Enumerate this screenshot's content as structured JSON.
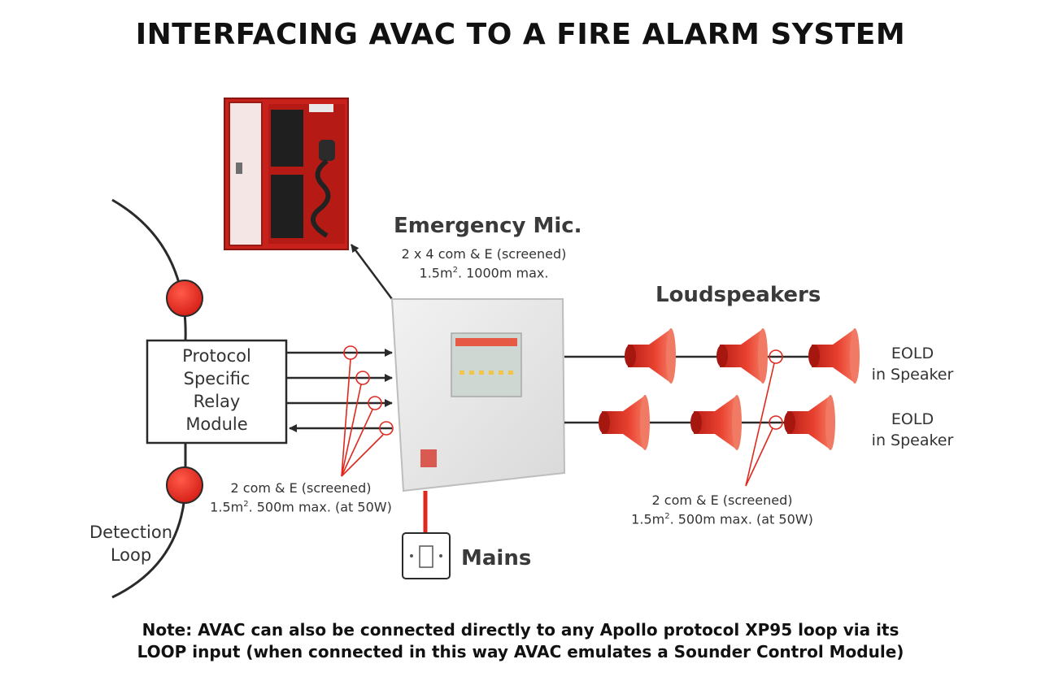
{
  "title": "INTERFACING AVAC TO A FIRE ALARM SYSTEM",
  "emergency_mic": {
    "label": "Emergency Mic.",
    "cable_line1": "2 x 4 com & E (screened)",
    "cable_line2_pre": "1.5m",
    "cable_line2_sup": "2",
    "cable_line2_post": ". 1000m max."
  },
  "loudspeakers_label": "Loudspeakers",
  "relay_module": {
    "line1": "Protocol",
    "line2": "Specific",
    "line3": "Relay",
    "line4": "Module"
  },
  "detection_loop": {
    "line1": "Detection",
    "line2": "Loop"
  },
  "relay_cable": {
    "line1": "2 com & E (screened)",
    "line2_pre": "1.5m",
    "line2_sup": "2",
    "line2_post": ". 500m max. (at 50W)"
  },
  "speaker_cable": {
    "line1": "2 com & E (screened)",
    "line2_pre": "1.5m",
    "line2_sup": "2",
    "line2_post": ". 500m max. (at 50W)"
  },
  "eold_top": {
    "line1": "EOLD",
    "line2": "in Speaker"
  },
  "eold_bottom": {
    "line1": "EOLD",
    "line2": "in Speaker"
  },
  "mains_label": "Mains",
  "note": {
    "line1": "Note: AVAC can also be connected directly to any Apollo protocol XP95 loop via its",
    "line2": "LOOP input (when connected in this way AVAC emulates a Sounder Control Module)"
  },
  "colors": {
    "accent_red": "#e0281f",
    "cabinet_red": "#c8201a",
    "panel_grey": "#e6e6e6",
    "line_dark": "#2a2a2a"
  }
}
